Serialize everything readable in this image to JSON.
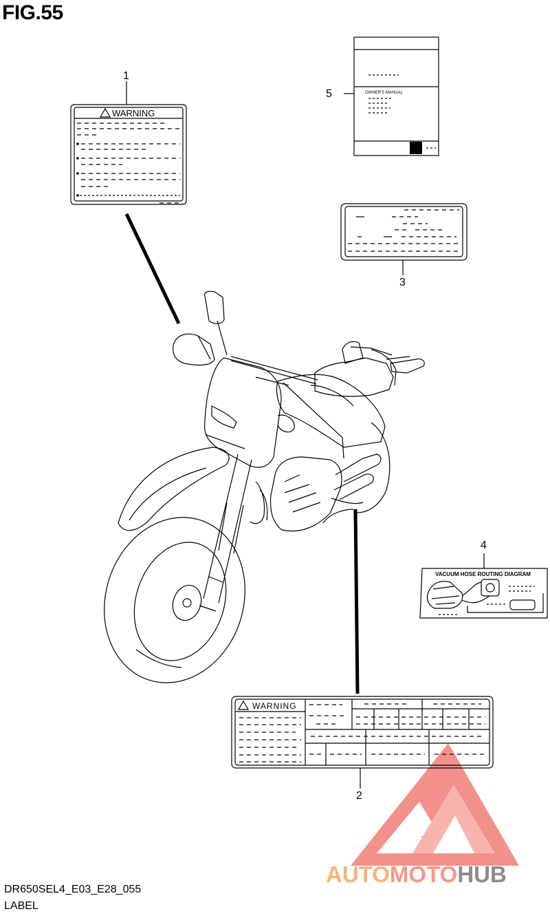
{
  "figure": {
    "title": "FIG.55"
  },
  "callouts": {
    "c1": "1",
    "c2": "2",
    "c3": "3",
    "c4": "4",
    "c5": "5"
  },
  "labels": {
    "warning_small": "WARNING",
    "warning_large": "WARNING",
    "vacuum_title": "VACUUM HOSE ROUTING DIAGRAM",
    "owners_manual": "OWNER'S MANUAL"
  },
  "footer": {
    "code": "DR650SEL4_E03_E28_055",
    "label": "LABEL"
  },
  "watermark": {
    "part1": "AUTO",
    "part2": "MOTO",
    "part3": "HUB",
    "color_red": "#f07d78",
    "color_orange": "#f7b47a",
    "color_gray": "#8c8c8c"
  }
}
